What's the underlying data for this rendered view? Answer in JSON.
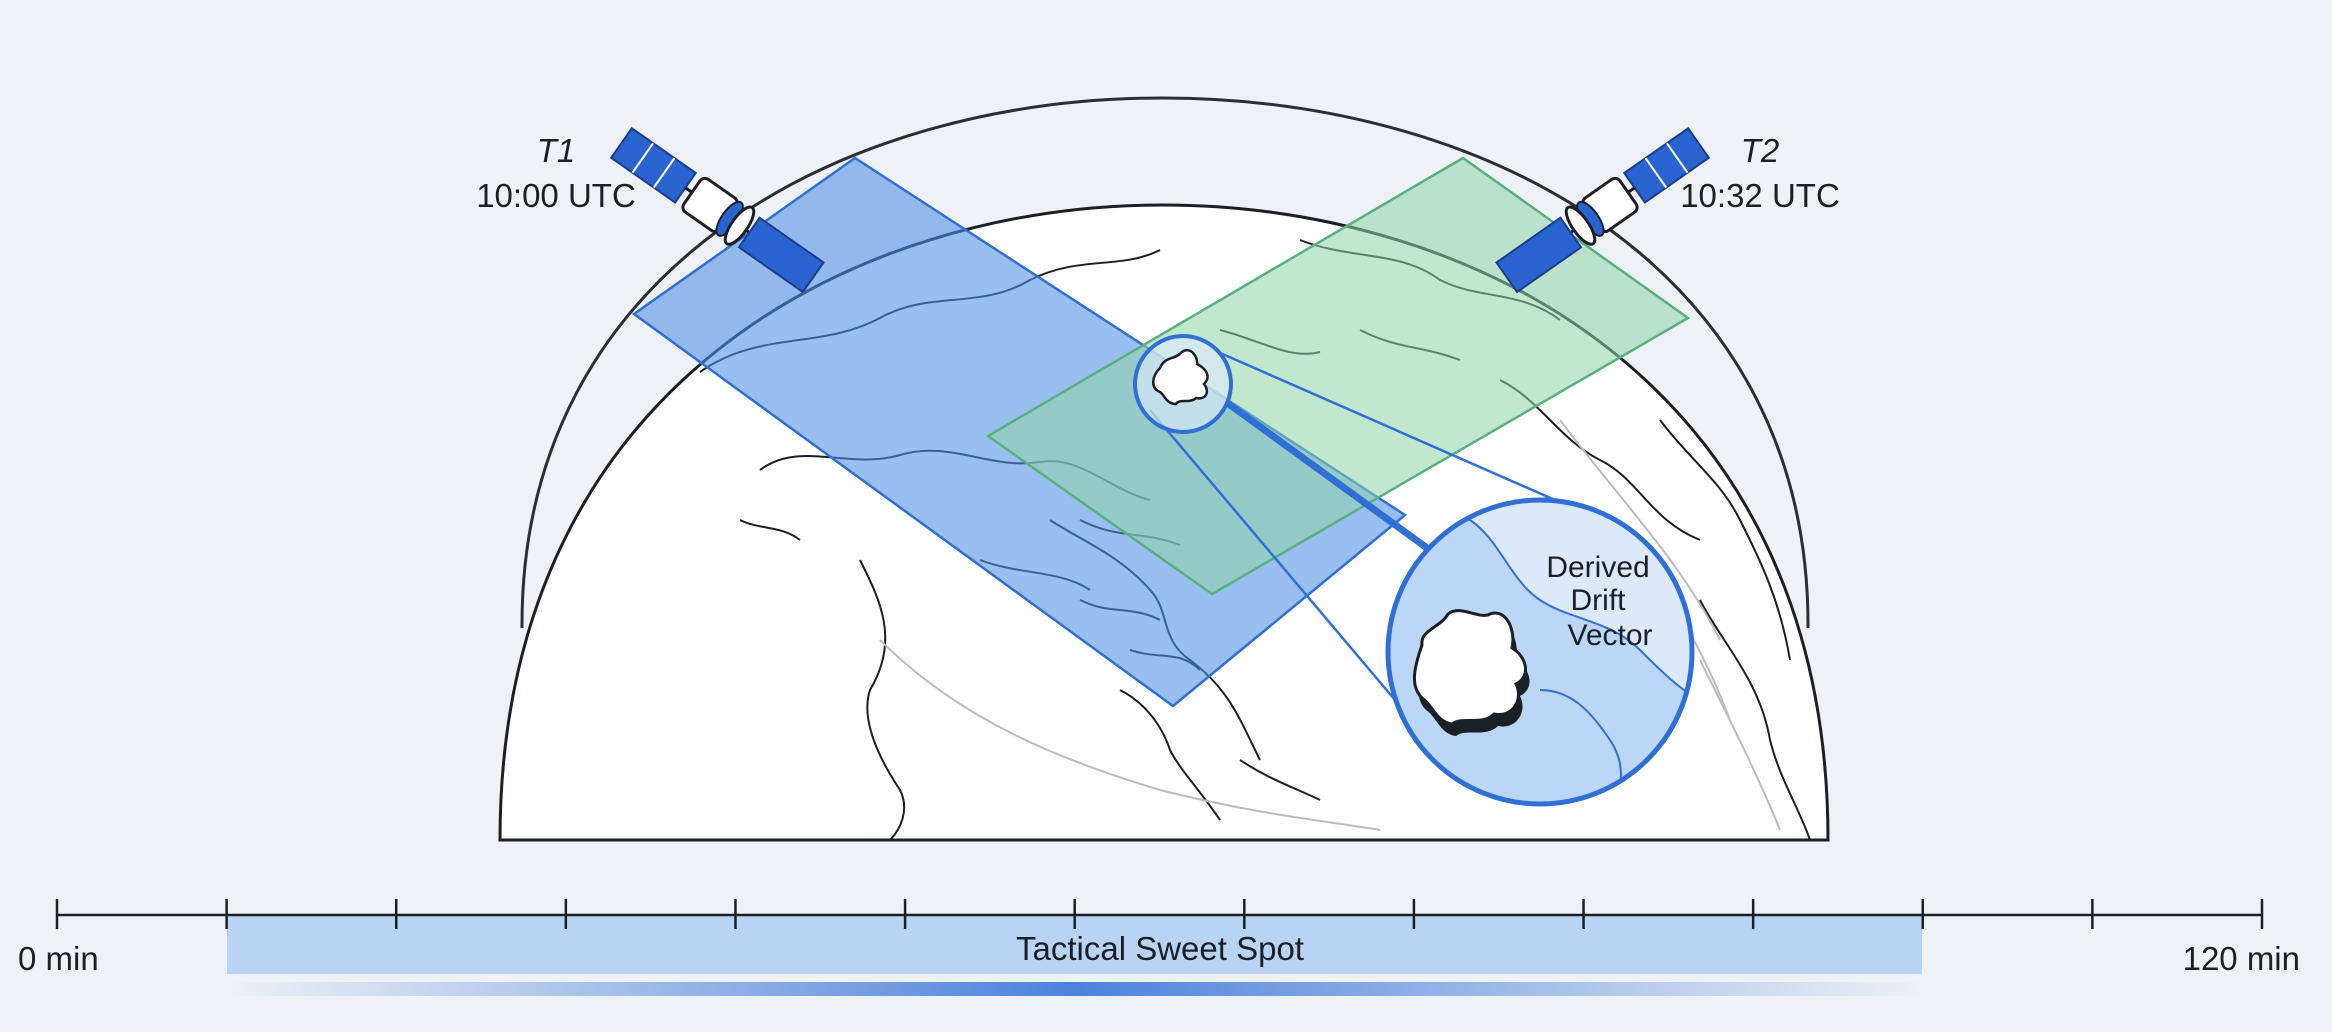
{
  "colors": {
    "background": "#eef1f5",
    "swath_t1": "#4f8fe6",
    "swath_t2": "#8fd4a8",
    "accent_blue": "#2f6fd6",
    "panel_blue": "#2058c8",
    "sweet_spot": "#b9d3f4",
    "outline": "#1b1f26"
  },
  "satellites": [
    {
      "tag": "T1",
      "time": "10:00 UTC",
      "icon": "satellite-icon"
    },
    {
      "tag": "T2",
      "time": "10:32 UTC",
      "icon": "satellite-icon"
    }
  ],
  "drift": {
    "label_lines": [
      "Derived",
      "Drift",
      "Vector"
    ],
    "icon": "ice-floe-icon"
  },
  "timeline": {
    "start_label": "0 min",
    "end_label": "120 min",
    "sweet_spot_label": "Tactical Sweet Spot",
    "tick_count": 14
  }
}
